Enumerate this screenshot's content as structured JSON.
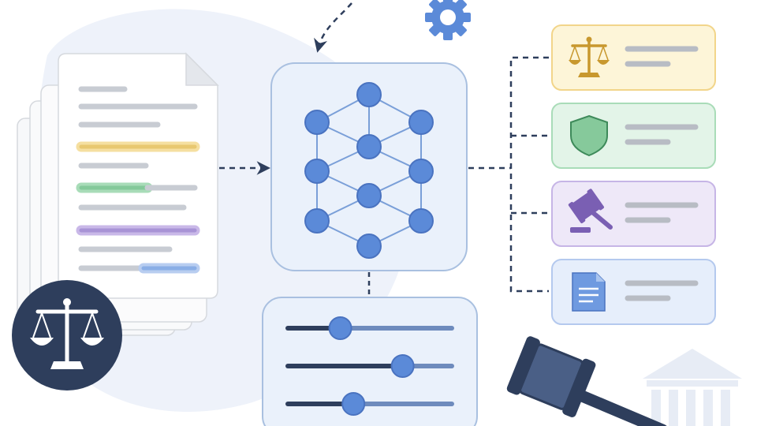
{
  "colors": {
    "navy": "#2e3e5c",
    "blue": "#5b8ad8",
    "blue_dark": "#4a73c0",
    "panel_fill": "#eaf1fb",
    "panel_stroke": "#a9c0e0",
    "backdrop": "#eef2fa",
    "gray_line": "#c8ccd3",
    "highlight_yellow": "#f5dfa0",
    "highlight_green": "#a8dcb8",
    "highlight_purple": "#c9b8e8",
    "highlight_blue": "#b8cdf0",
    "card_yellow_fill": "#fdf5d8",
    "card_yellow_stroke": "#f2d58a",
    "card_green_fill": "#e3f4e8",
    "card_green_stroke": "#a9dcb8",
    "card_purple_fill": "#eee8f8",
    "card_purple_stroke": "#c6b5e6",
    "card_blue_fill": "#e6eefb",
    "card_blue_stroke": "#b4c9ee"
  },
  "sliders": [
    {
      "level": 0.32
    },
    {
      "level": 0.7
    },
    {
      "level": 0.4
    }
  ],
  "output_cards": [
    {
      "icon": "scales-icon",
      "tone": "yellow"
    },
    {
      "icon": "shield-icon",
      "tone": "green"
    },
    {
      "icon": "gavel-icon",
      "tone": "purple"
    },
    {
      "icon": "document-icon",
      "tone": "blue"
    }
  ],
  "graph": {
    "nodes": 10,
    "edges": 17
  }
}
